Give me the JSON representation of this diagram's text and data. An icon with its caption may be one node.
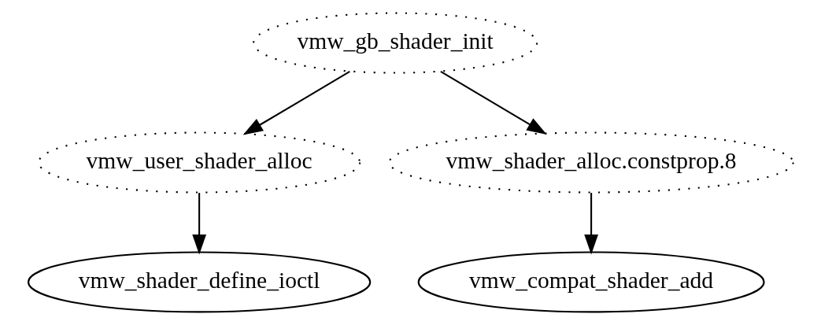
{
  "diagram": {
    "nodes": [
      {
        "text": [
          "vmw_gb_shader_init"
        ]
      },
      {
        "text": [
          "vmw_user_shader_alloc"
        ]
      },
      {
        "text": [
          "vmw_shader_alloc.constprop.8"
        ]
      },
      {
        "text": [
          "vmw_shader_define_ioctl"
        ]
      },
      {
        "text": [
          "vmw_compat_shader_add"
        ]
      }
    ],
    "edges": [
      {
        "from": 0,
        "to": 1,
        "arrow": "to"
      },
      {
        "from": 0,
        "to": 2,
        "arrow": "to"
      },
      {
        "from": 1,
        "to": 3,
        "arrow": "to"
      },
      {
        "from": 2,
        "to": 4,
        "arrow": "to"
      }
    ]
  }
}
